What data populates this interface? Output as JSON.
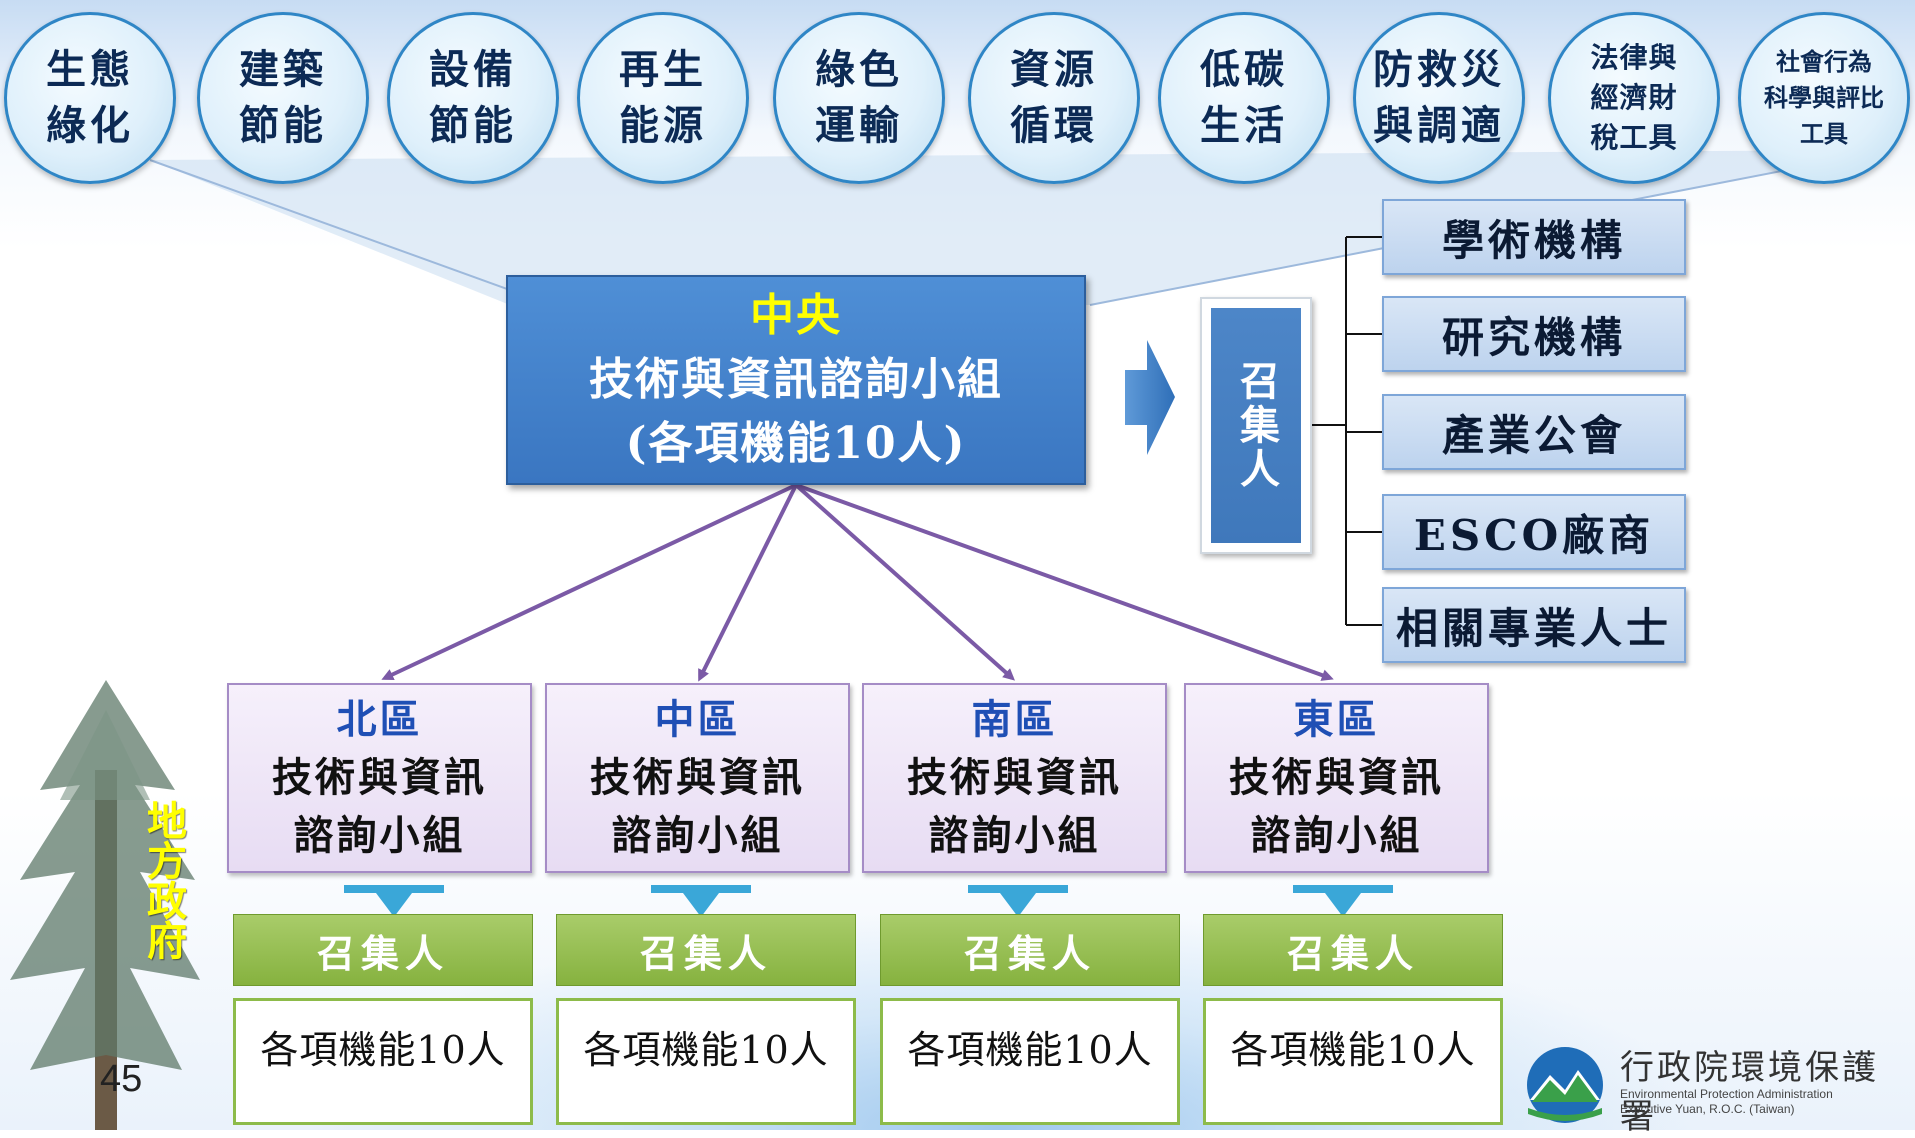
{
  "topics": [
    "生態\n綠化",
    "建築\n節能",
    "設備\n節能",
    "再生\n能源",
    "綠色\n運輸",
    "資源\n循環",
    "低碳\n生活",
    "防救災\n與調適",
    "法律與\n經濟財\n稅工具",
    "社會行為\n科學與評比\n工具"
  ],
  "central": {
    "level": "中央",
    "name": "技術與資訊諮詢小組",
    "size": "(各項機能10人)"
  },
  "convener_label": "召集人",
  "members": [
    "學術機構",
    "研究機構",
    "產業公會",
    "ESCO廠商",
    "相關專業人士"
  ],
  "regions": [
    {
      "name": "北區",
      "line1": "技術與資訊",
      "line2": "諮詢小組",
      "convener": "召集人",
      "size": "各項機能10人"
    },
    {
      "name": "中區",
      "line1": "技術與資訊",
      "line2": "諮詢小組",
      "convener": "召集人",
      "size": "各項機能10人"
    },
    {
      "name": "南區",
      "line1": "技術與資訊",
      "line2": "諮詢小組",
      "convener": "召集人",
      "size": "各項機能10人"
    },
    {
      "name": "東區",
      "line1": "技術與資訊",
      "line2": "諮詢小組",
      "convener": "召集人",
      "size": "各項機能10人"
    }
  ],
  "local_gov": "地方政府",
  "page_number": "45",
  "org": {
    "name_zh": "行政院環境保護署",
    "name_en_1": "Environmental Protection Administration",
    "name_en_2": "Executive Yuan, R.O.C. (Taiwan)"
  },
  "colors": {
    "central_fill": "#3a76c1",
    "highlight": "#ffff00",
    "region_title": "#1f4fb5",
    "convener_green": "#86b23f",
    "connector_purple": "#7b5aa6"
  }
}
